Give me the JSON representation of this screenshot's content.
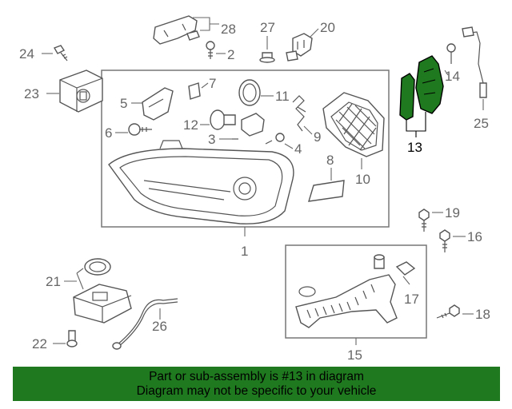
{
  "callouts": {
    "c1": "1",
    "c2": "2",
    "c3": "3",
    "c4": "4",
    "c5": "5",
    "c6": "6",
    "c7": "7",
    "c8": "8",
    "c9": "9",
    "c10": "10",
    "c11": "11",
    "c12": "12",
    "c13": "13",
    "c14": "14",
    "c15": "15",
    "c16": "16",
    "c17": "17",
    "c18": "18",
    "c19": "19",
    "c20": "20",
    "c21": "21",
    "c22": "22",
    "c23": "23",
    "c24": "24",
    "c25": "25",
    "c26": "26",
    "c27": "27",
    "c28": "28"
  },
  "highlight": {
    "part": "13",
    "color": "#1f7a1f"
  },
  "banner": {
    "line1": "Part or sub-assembly is #13 in diagram",
    "line2": "Diagram may not be specific to your vehicle",
    "background": "#1f7a1f"
  }
}
